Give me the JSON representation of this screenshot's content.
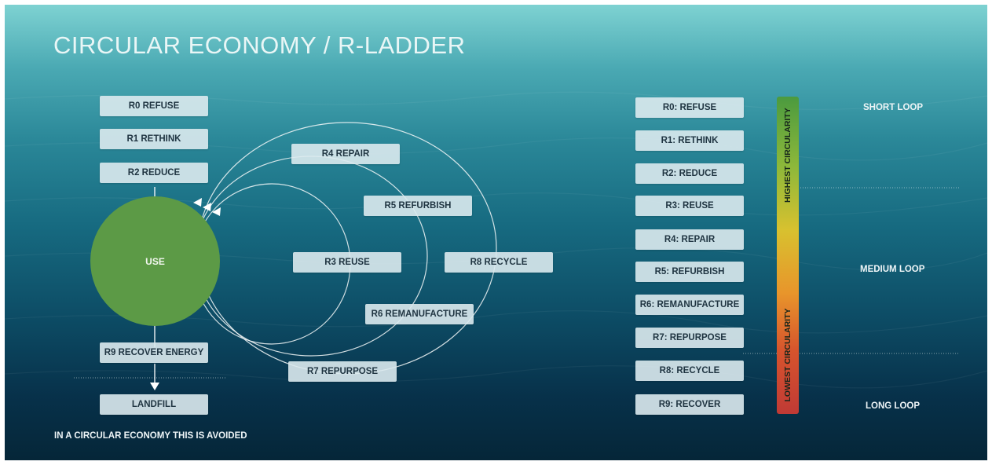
{
  "title": "CIRCULAR ECONOMY / R-LADDER",
  "left_diagram": {
    "linear": [
      "R0 REFUSE",
      "R1 RETHINK",
      "R2 REDUCE"
    ],
    "use": "USE",
    "loops": {
      "repair": "R4 REPAIR",
      "refurbish": "R5 REFURBISH",
      "reuse": "R3 REUSE",
      "recycle": "R8 RECYCLE",
      "remanufacture": "R6 REMANUFACTURE",
      "repurpose": "R7 REPURPOSE"
    },
    "recover": "R9 RECOVER ENERGY",
    "landfill": "LANDFILL",
    "note": "IN A CIRCULAR ECONOMY THIS IS AVOIDED"
  },
  "ladder": {
    "items": [
      "R0: REFUSE",
      "R1: RETHINK",
      "R2: REDUCE",
      "R3: REUSE",
      "R4: REPAIR",
      "R5: REFURBISH",
      "R6: REMANUFACTURE",
      "R7: REPURPOSE",
      "R8: RECYCLE",
      "R9: RECOVER"
    ],
    "high_label": "HIGHEST CIRCULARITY",
    "low_label": "LOWEST CIRCULARITY",
    "loops": [
      "SHORT LOOP",
      "MEDIUM LOOP",
      "LONG LOOP"
    ]
  },
  "colors": {
    "use_circle": "#5c9a46",
    "gradient_top": "#4b9a3f",
    "gradient_mid": "#d8c12f",
    "gradient_bottom": "#c03a35"
  }
}
